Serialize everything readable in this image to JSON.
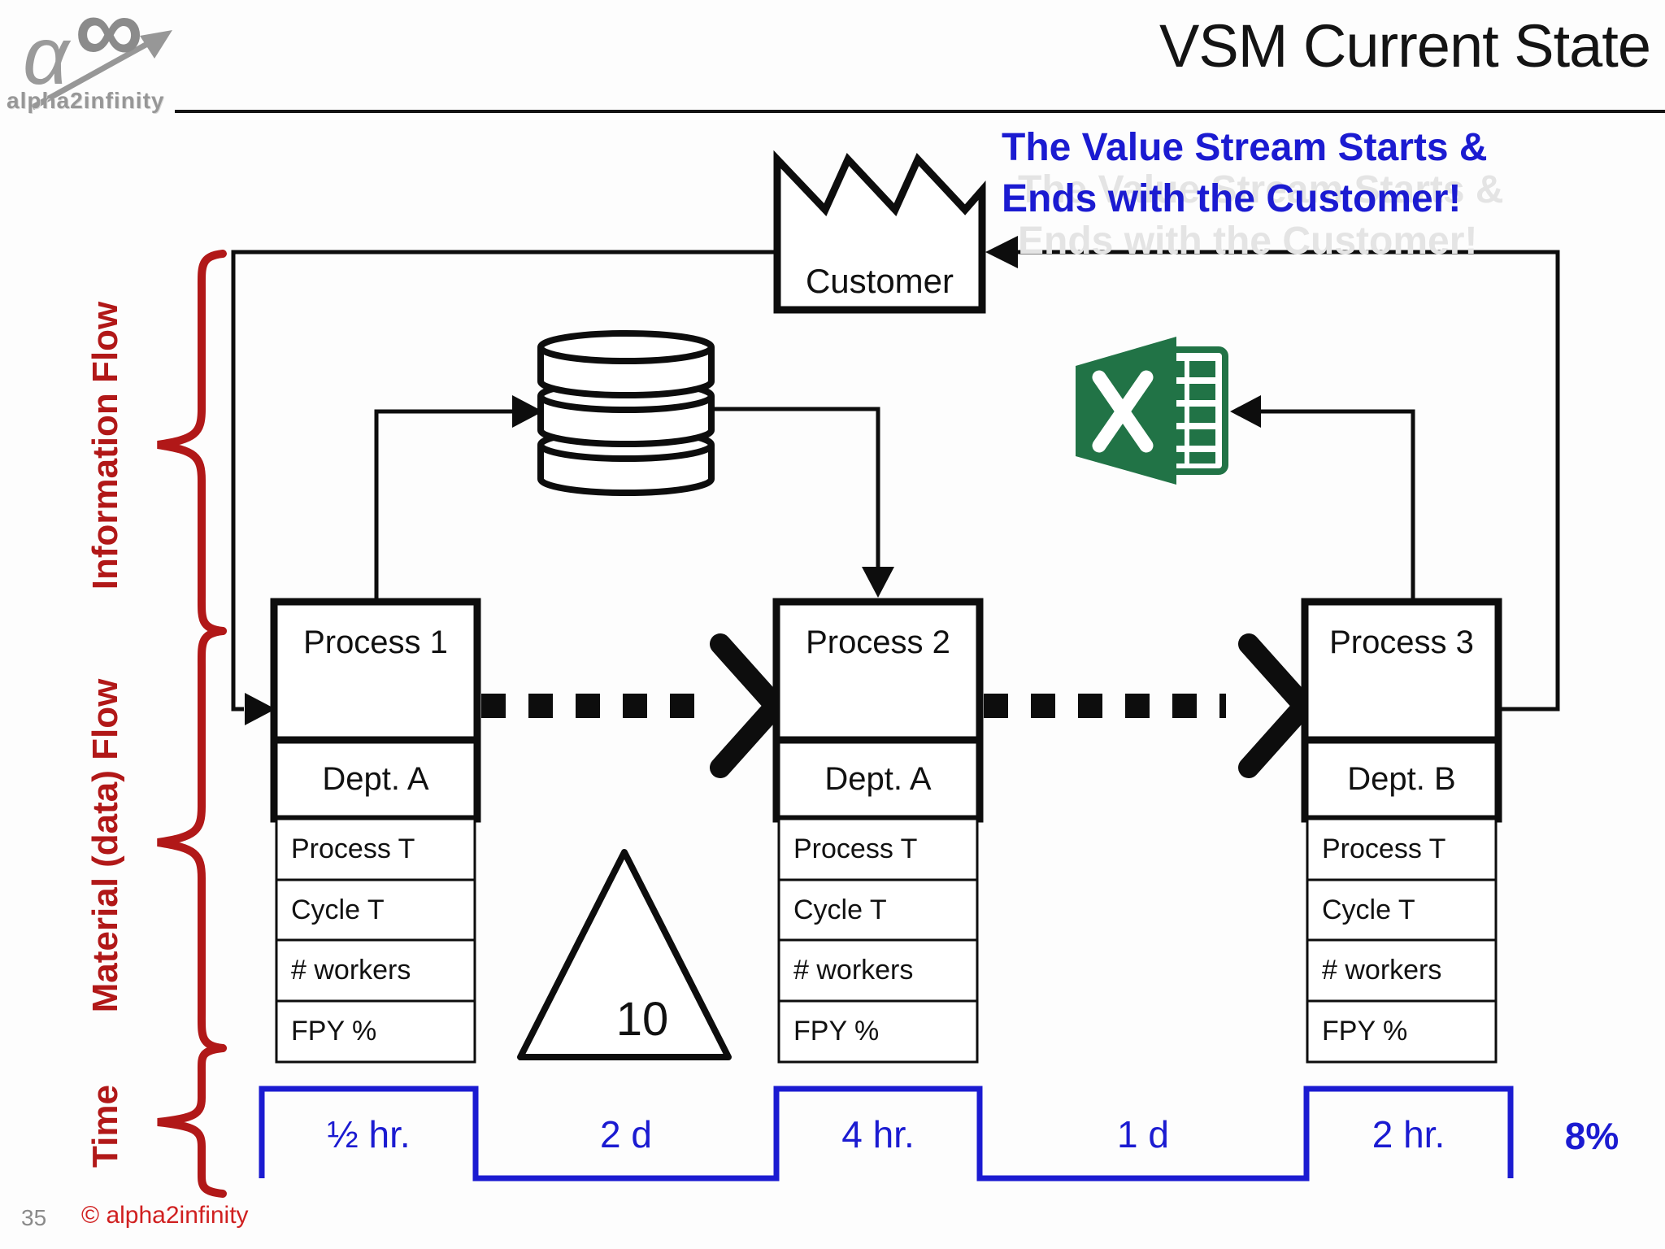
{
  "logo": {
    "brand": "alpha2infinity",
    "alpha_glyph": "α",
    "infinity_glyph": "∞"
  },
  "header": {
    "title": "VSM Current State"
  },
  "callout": {
    "line1": "The Value Stream Starts &",
    "line2": "Ends with the Customer!",
    "color": "#1b1bd1"
  },
  "customer": {
    "label": "Customer"
  },
  "flow_labels": {
    "information": "Information Flow",
    "material": "Material (data) Flow",
    "time": "Time"
  },
  "processes": [
    {
      "name": "Process 1",
      "dept": "Dept. A",
      "rows": [
        "Process T",
        "Cycle T",
        "# workers",
        "FPY %"
      ]
    },
    {
      "name": "Process 2",
      "dept": "Dept. A",
      "rows": [
        "Process T",
        "Cycle T",
        "# workers",
        "FPY %"
      ]
    },
    {
      "name": "Process 3",
      "dept": "Dept. B",
      "rows": [
        "Process T",
        "Cycle T",
        "# workers",
        "FPY %"
      ]
    }
  ],
  "inventory": {
    "value": "10"
  },
  "timeline": {
    "color": "#1b1bd1",
    "segments": [
      {
        "label": "½ hr.",
        "level": "high"
      },
      {
        "label": "2 d",
        "level": "low"
      },
      {
        "label": "4 hr.",
        "level": "high"
      },
      {
        "label": "1 d",
        "level": "low"
      },
      {
        "label": "2 hr.",
        "level": "high"
      }
    ],
    "end_label": "8%"
  },
  "footer": {
    "page": "35",
    "copyright": "© alpha2infinity"
  }
}
